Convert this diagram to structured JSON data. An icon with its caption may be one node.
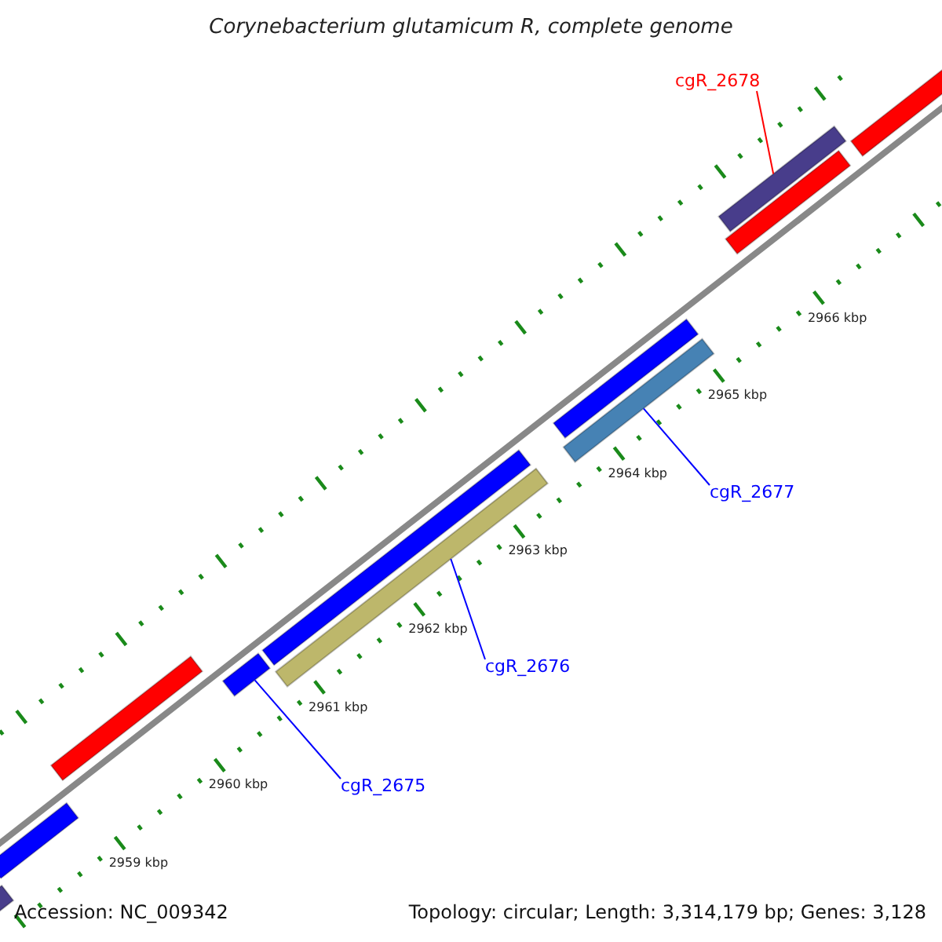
{
  "diagram": {
    "title": "Corynebacterium glutamicum R, complete genome",
    "nodes": [
      {
        "text": [
          "cgR_2678"
        ]
      },
      {
        "text": [],
        "shape": "bar"
      },
      {
        "text": [],
        "shape": "bar"
      },
      {
        "text": [],
        "shape": "bar"
      },
      {
        "text": [],
        "shape": "bar"
      },
      {
        "text": [],
        "shape": "bar"
      },
      {
        "text": [
          "cgR_2677"
        ]
      },
      {
        "text": [],
        "shape": "bar"
      },
      {
        "text": [],
        "shape": "bar"
      },
      {
        "text": [
          "cgR_2676"
        ]
      },
      {
        "text": [],
        "shape": "bar"
      },
      {
        "text": [
          "cgR_2675"
        ]
      },
      {
        "text": [],
        "shape": "bar"
      },
      {
        "text": [],
        "shape": "bar"
      },
      {
        "text": [],
        "shape": "bar"
      }
    ],
    "edges": [
      {
        "from": 0,
        "to": 2,
        "arrow": "none",
        "color": "#ff0000"
      },
      {
        "from": 6,
        "to": 5,
        "arrow": "none"
      },
      {
        "from": 9,
        "to": 8,
        "arrow": "none"
      },
      {
        "from": 11,
        "to": 10,
        "arrow": "none"
      }
    ],
    "labels": [
      "2966 kbp",
      "2965 kbp",
      "2964 kbp",
      "2963 kbp",
      "2962 kbp",
      "2961 kbp",
      "2960 kbp",
      "2959 kbp",
      "Accession: NC_009342",
      "Topology: circular; Length: 3,314,179 bp; Genes: 3,128"
    ]
  }
}
